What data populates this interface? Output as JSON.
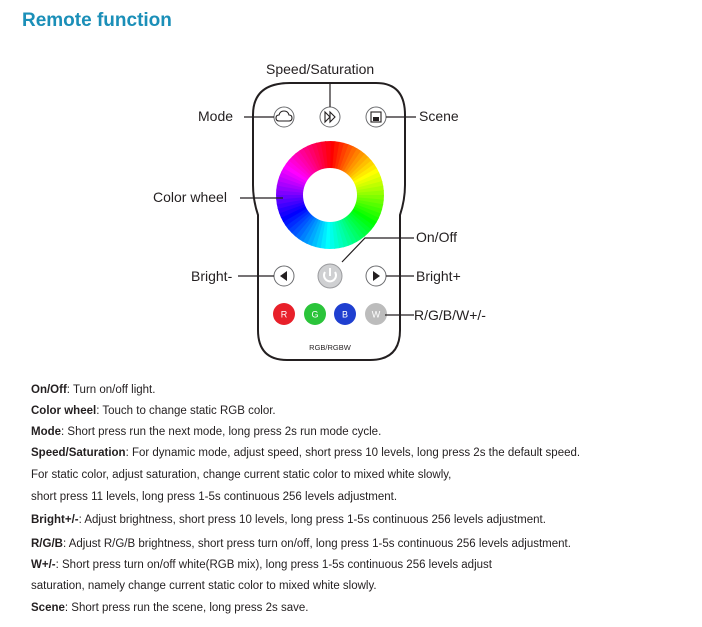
{
  "page": {
    "title": "Remote function"
  },
  "remote": {
    "model_label": "RGB/RGBW",
    "callouts": {
      "speed": "Speed/Saturation",
      "mode": "Mode",
      "scene": "Scene",
      "color_wheel": "Color wheel",
      "onoff": "On/Off",
      "bright_minus": "Bright-",
      "bright_plus": "Bright+",
      "rgbw": "R/G/B/W+/-"
    },
    "color_buttons": [
      {
        "label": "R",
        "color": "#e8202a"
      },
      {
        "label": "G",
        "color": "#2bc43a"
      },
      {
        "label": "B",
        "color": "#1f3fd0"
      },
      {
        "label": "W",
        "color": "#bcbcbc"
      }
    ]
  },
  "descriptions": {
    "onoff": {
      "term": "On/Off",
      "text": ": Turn on/off light."
    },
    "colorwheel": {
      "term": "Color wheel",
      "text": ": Touch to change static RGB color."
    },
    "mode": {
      "term": "Mode",
      "text": ": Short press run the next mode, long press 2s run mode cycle."
    },
    "speed": {
      "term": "Speed/Saturation",
      "text": ": For dynamic mode, adjust speed, short press 10 levels, long press 2s the default speed."
    },
    "speed_l2": "For static color, adjust saturation, change current static color to mixed white slowly,",
    "speed_l3": "short press 11 levels, long press 1-5s continuous 256 levels adjustment.",
    "bright": {
      "term": "Bright+/-",
      "text": ": Adjust brightness, short press 10 levels, long press 1-5s continuous 256 levels adjustment."
    },
    "rgb": {
      "term": "R/G/B",
      "text": ": Adjust R/G/B brightness, short press turn on/off, long press 1-5s continuous 256 levels adjustment."
    },
    "w": {
      "term": "W+/-",
      "text": ": Short press turn on/off white(RGB mix), long press 1-5s continuous 256 levels adjust"
    },
    "w_l2": "saturation, namely change current static color to mixed white slowly.",
    "scene": {
      "term": "Scene",
      "text": ": Short press run the scene, long press 2s save."
    }
  }
}
